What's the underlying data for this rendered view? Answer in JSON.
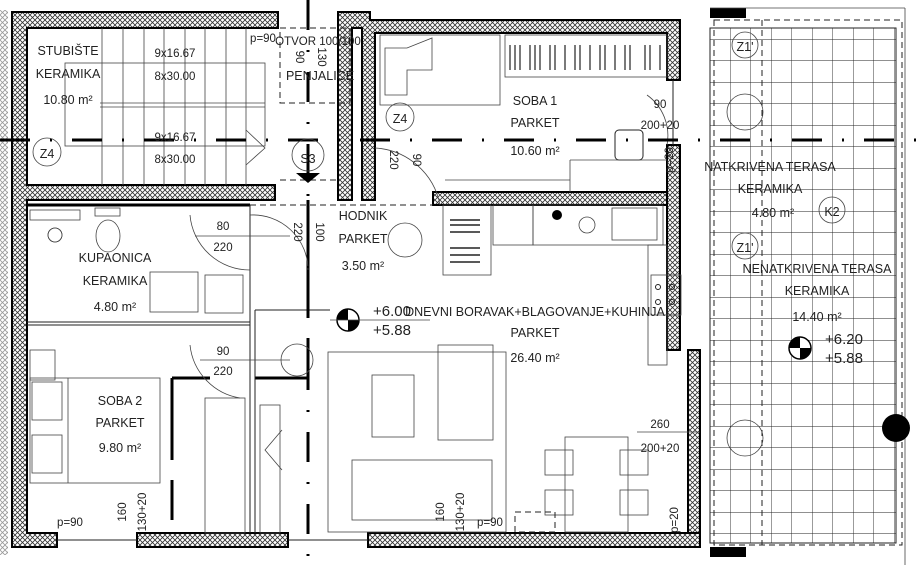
{
  "rooms": {
    "stairs": {
      "name": "STUBIŠTE",
      "floor": "KERAMIKA",
      "area": "10.80 m²"
    },
    "bedroom1": {
      "name": "SOBA 1",
      "floor": "PARKET",
      "area": "10.60 m²"
    },
    "hall": {
      "name": "HODNIK",
      "floor": "PARKET",
      "area": "3.50 m²"
    },
    "bathroom": {
      "name": "KUPAONICA",
      "floor": "KERAMIKA",
      "area": "4.80 m²"
    },
    "living": {
      "name": "DNEVNI BORAVAK+BLAGOVANJE+KUHINJA",
      "floor": "PARKET",
      "area": "26.40 m²"
    },
    "bedroom2": {
      "name": "SOBA 2",
      "floor": "PARKET",
      "area": "9.80 m²"
    },
    "covered_terrace": {
      "name": "NATKRIVENA TERASA",
      "floor": "KERAMIKA",
      "area": "4.80 m²"
    },
    "open_terrace": {
      "name": "NENATKRIVENA TERASA",
      "floor": "KERAMIKA",
      "area": "14.40 m²"
    }
  },
  "stairs": {
    "flight1_risers": "9x16.67",
    "flight1_treads": "8x30.00",
    "flight2_risers": "9x16.67",
    "flight2_treads": "8x30.00"
  },
  "opening": {
    "parapet": "p=90",
    "label": "OTVOR 100/100",
    "dim_a": "90",
    "dim_b": "130",
    "ladder": "PENJALICE"
  },
  "tags": {
    "z4_a": "Z4",
    "z4_b": "Z4",
    "s3": "S3",
    "z1_a": "Z1'",
    "z1_b": "Z1'",
    "k2": "K2"
  },
  "dims": {
    "bed1_window_w": "90",
    "bed1_window_h": "200+20",
    "bed1_parapet": "p=20",
    "bed1_door_h": "220",
    "bed1_door_w": "90",
    "bath_door_w": "80",
    "bath_door_h": "220",
    "hall_door_h": "220",
    "hall_door_w": "100",
    "bed2_door_w": "90",
    "bed2_door_h": "220",
    "bed2_window_w": "160",
    "bed2_window_h": "130+20",
    "bed2_parapet": "p=90",
    "living_window_w": "160",
    "living_window_h": "130+20",
    "living_parapet": "p=90",
    "terrace_door_w": "260",
    "terrace_door_h": "200+20",
    "terrace_parapet": "p=20"
  },
  "levels": {
    "living_top": "+6.00",
    "living_bottom": "+5.88",
    "terrace_top": "+6.20",
    "terrace_bottom": "+5.88"
  }
}
